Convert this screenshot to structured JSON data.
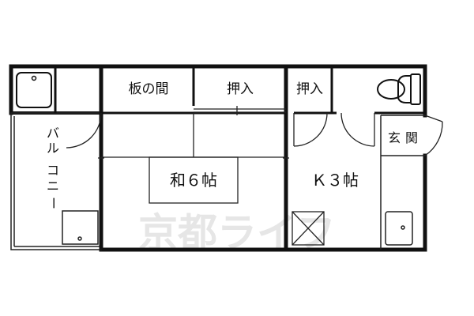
{
  "rooms": {
    "itanoma": "板の間",
    "oshiire_left": "押入",
    "oshiire_right": "押入",
    "washitsu": "和６帖",
    "kitchen": "Ｋ３帖",
    "genkan_top": "玄",
    "genkan_bottom": "関"
  },
  "balcony": {
    "char1": "バ",
    "char2": "ル",
    "char3": "コ",
    "char4": "ニ",
    "char5": "ー"
  },
  "watermark": "京都ライフ",
  "colors": {
    "wall": "#111111",
    "line": "#222222",
    "watermark": "#e6e6e6"
  }
}
